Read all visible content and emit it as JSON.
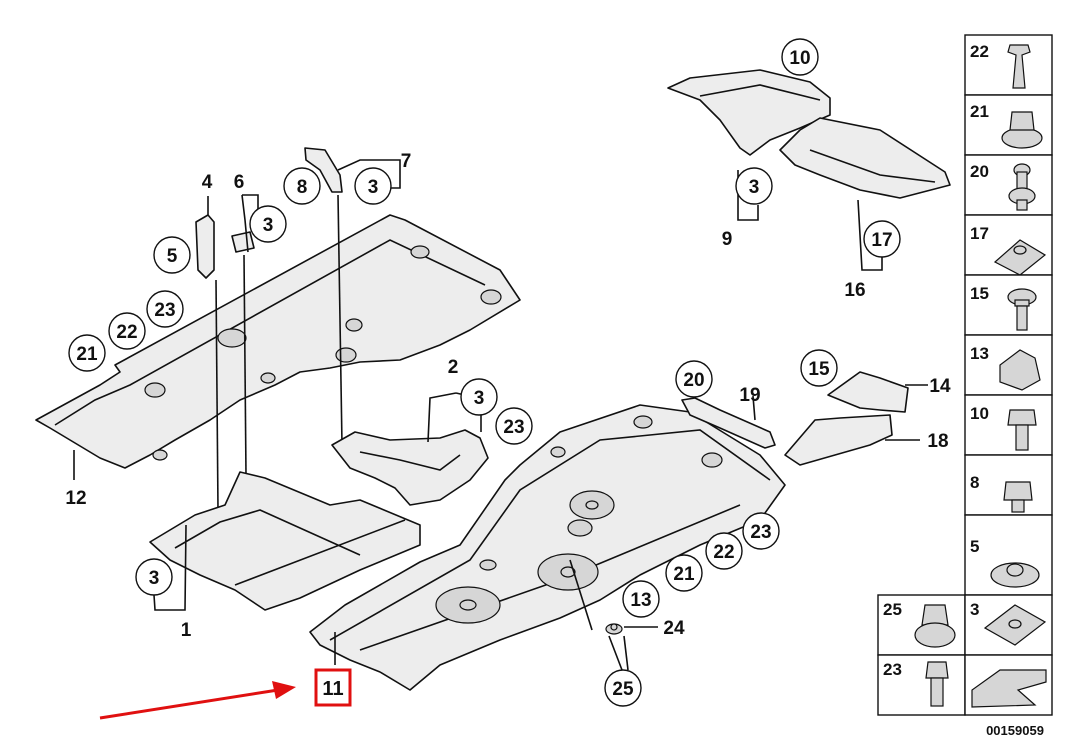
{
  "callouts": {
    "c10": "10",
    "c3_top_right": "3",
    "c17": "17",
    "c8": "8",
    "c3_bracket7": "3",
    "c3_bracket6": "3",
    "c5": "5",
    "c23_left": "23",
    "c22_left": "22",
    "c21_left": "21",
    "c3_part2": "3",
    "c23_part2": "23",
    "c3_part1": "3",
    "c20": "20",
    "c15": "15",
    "c23_right": "23",
    "c22_right": "22",
    "c21_right": "21",
    "c13": "13",
    "c25": "25"
  },
  "labels": {
    "l7": "7",
    "l4": "4",
    "l6": "6",
    "l9": "9",
    "l16": "16",
    "l12": "12",
    "l2": "2",
    "l1": "1",
    "l19": "19",
    "l14": "14",
    "l18": "18",
    "l24": "24"
  },
  "highlight": {
    "label": "11",
    "color": "#e01010"
  },
  "parts_panel": {
    "cells": [
      {
        "number": "22",
        "icon": "push-clip-icon"
      },
      {
        "number": "21",
        "icon": "hex-nut-collar-icon"
      },
      {
        "number": "20",
        "icon": "expanding-rivet-icon"
      },
      {
        "number": "17",
        "icon": "spring-nut-icon"
      },
      {
        "number": "15",
        "icon": "flange-screw-icon"
      },
      {
        "number": "13",
        "icon": "plastic-clip-icon"
      },
      {
        "number": "10",
        "icon": "hex-bolt-icon"
      },
      {
        "number": "8",
        "icon": "short-bolt-icon"
      },
      {
        "number": "5",
        "icon": "washer-nut-icon"
      },
      {
        "number": "25",
        "icon": "hex-nut-icon"
      },
      {
        "number": "3",
        "icon": "speed-nut-icon"
      },
      {
        "number": "23",
        "icon": "tapping-screw-icon"
      }
    ],
    "footer_code": "00159059"
  }
}
